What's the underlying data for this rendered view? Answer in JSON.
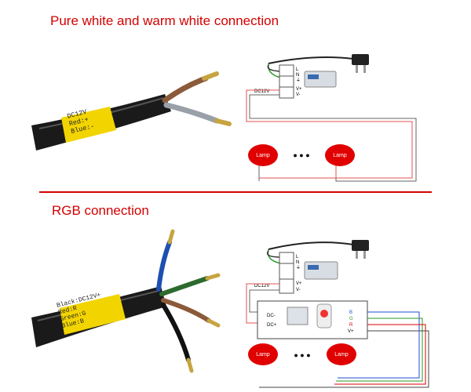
{
  "titles": {
    "top": "Pure white and warm white connection",
    "bottom": "RGB connection"
  },
  "top_photo": {
    "sleeve_lines": [
      "DC12V",
      "Red:+",
      "Blue:-"
    ]
  },
  "bottom_photo": {
    "sleeve_lines": [
      "Black:DC12V+",
      "Red:R",
      "Green:G",
      "Blue:B"
    ]
  },
  "top_diagram": {
    "terminals_ac": [
      "L",
      "N",
      "⏚"
    ],
    "dc_label": "DC12V",
    "terminals_dc": [
      "V+",
      "V-"
    ],
    "lamps": [
      "Lamp",
      "Lamp"
    ],
    "ellipsis": "● ● ●"
  },
  "bottom_diagram": {
    "terminals_ac": [
      "L",
      "N",
      "⏚"
    ],
    "dc_label": "DC12V",
    "terminals_dc": [
      "V+",
      "V-"
    ],
    "controller_inputs": [
      "DC-",
      "DC+"
    ],
    "controller_outputs": [
      "B",
      "G",
      "R",
      "V+"
    ],
    "lamps": [
      "Lamp",
      "Lamp"
    ],
    "ellipsis": "● ● ●"
  },
  "colors": {
    "title_red": "#d40000",
    "lamp_red": "#e00000",
    "wire_red": "#e05050",
    "sleeve_yellow": "#f2d400",
    "cable_black": "#1a1a1a"
  }
}
